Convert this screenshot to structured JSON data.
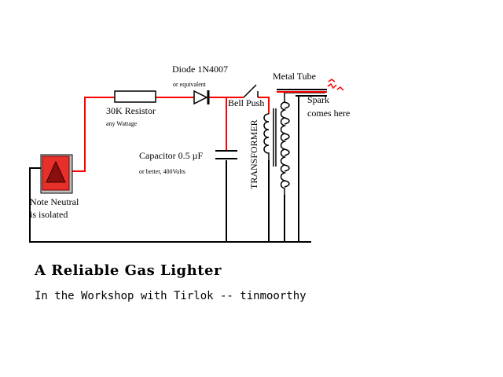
{
  "diagram": {
    "labels": {
      "diode": "Diode 1N4007",
      "diode_note": "or equivalent",
      "metal_tube": "Metal Tube",
      "resistor": "30K Resistor",
      "resistor_note": "any Wattage",
      "bell_push": "Bell Push",
      "spark_1": "Spark",
      "spark_2": "comes here",
      "capacitor": "Capacitor 0.5 µF",
      "capacitor_note": "or better, 400Volts",
      "transformer": "TRANSFORMER",
      "note_1": "Note Neutral",
      "note_2": "is isolated"
    },
    "colors": {
      "live_wire": "#ff0000",
      "neutral_wire": "#000000",
      "plug_body": "#e8302a",
      "spark": "#ff0000"
    },
    "icons": [
      "plug-icon",
      "resistor-icon",
      "diode-icon",
      "switch-icon",
      "capacitor-icon",
      "transformer-icon",
      "spark-icon"
    ]
  },
  "footer": {
    "title": "A Reliable Gas Lighter",
    "subtitle": "In the Workshop with Tirlok -- tinmoorthy"
  }
}
